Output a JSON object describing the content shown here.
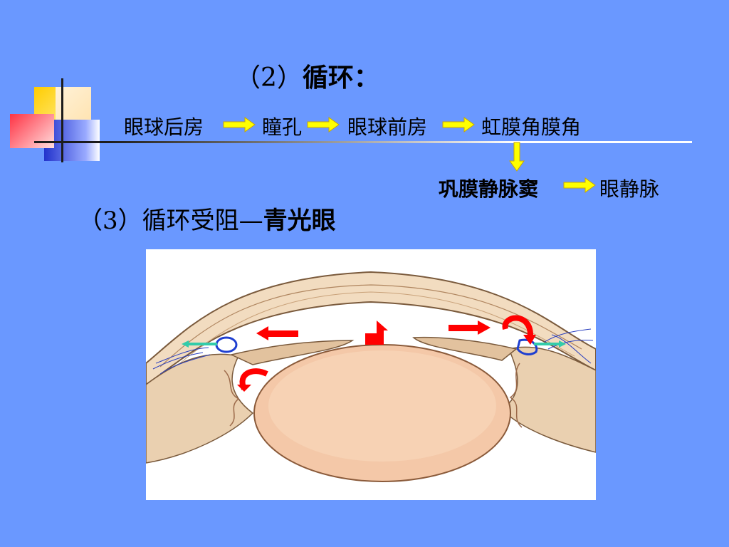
{
  "heading": {
    "prefix": "（2）",
    "title": "循环：",
    "section3_prefix": "（3）循环受阻—",
    "section3_title": "青光眼"
  },
  "flow": {
    "row1": [
      "眼球后房",
      "瞳孔",
      "眼球前房",
      "虹膜角膜角"
    ],
    "row2": [
      "巩膜静脉窦",
      "眼静脉"
    ]
  },
  "colors": {
    "background": "#6a98ff",
    "flow_arrow": "#ffff00",
    "flow_arrow_outline": "#c9a800",
    "diagram_arrow": "#ff0000",
    "drainage_arrow": "#33ccaa",
    "sinus_outline": "#1f3fd0"
  },
  "icons": {
    "flow_arrow": "right-arrow-icon",
    "flow_down_arrow": "down-arrow-icon"
  }
}
